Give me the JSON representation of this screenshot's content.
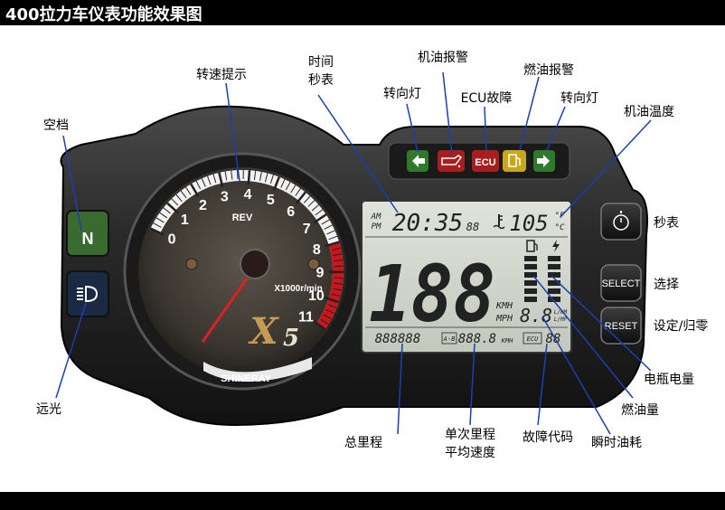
{
  "title": "400拉力车仪表功能效果图",
  "labels": {
    "neutral": "空档",
    "high_beam": "远光",
    "rpm_hint": "转速提示",
    "clock_line1": "时间",
    "clock_line2": "秒表",
    "turn_left": "转向灯",
    "oil_warning": "机油报警",
    "ecu_fault": "ECU故障",
    "fuel_warning": "燃油报警",
    "turn_right": "转向灯",
    "oil_temp": "机油温度",
    "stopwatch": "秒表",
    "select": "选择",
    "reset": "设定/归零",
    "battery": "电瓶电量",
    "fuel_level": "燃油量",
    "instant_fuel": "瞬时油耗",
    "odometer": "总里程",
    "trip_line1": "单次里程",
    "trip_line2": "平均速度",
    "fault_code": "故障代码"
  },
  "gauge": {
    "ticks": [
      "0",
      "1",
      "2",
      "3",
      "4",
      "5",
      "6",
      "7",
      "8",
      "9",
      "10",
      "11"
    ],
    "rev_label": "REV",
    "unit": "X1000r/min",
    "brand": "SHINERAY",
    "model_x": "X",
    "model_num": "5"
  },
  "indicators": {
    "neutral": "N",
    "ecu": "ECU"
  },
  "lcd": {
    "am": "AM",
    "pm": "PM",
    "time": "20:35",
    "seconds": "88",
    "temp_value": "105",
    "temp_unit_c": "°C",
    "temp_unit_f": "°F",
    "speed": "188",
    "kmh": "KMH",
    "mph": "MPH",
    "fuel_rate": "8.8",
    "fuel_rate_unit1": "L/KM",
    "fuel_rate_unit2": "L/MP",
    "odometer": "888888",
    "trip_tag": "A-B",
    "trip": "888.8",
    "trip_unit": "KMH",
    "ecu_tag": "ECU",
    "fault": "88"
  },
  "buttons": {
    "select": "SELECT",
    "reset": "RESET"
  },
  "colors": {
    "redline": "#c8161d",
    "indicator_green": "#2f7a2a",
    "lcd_bg": "#d4d8cf",
    "neutral_green": "#3a6b2e",
    "needle": "#e02020"
  }
}
